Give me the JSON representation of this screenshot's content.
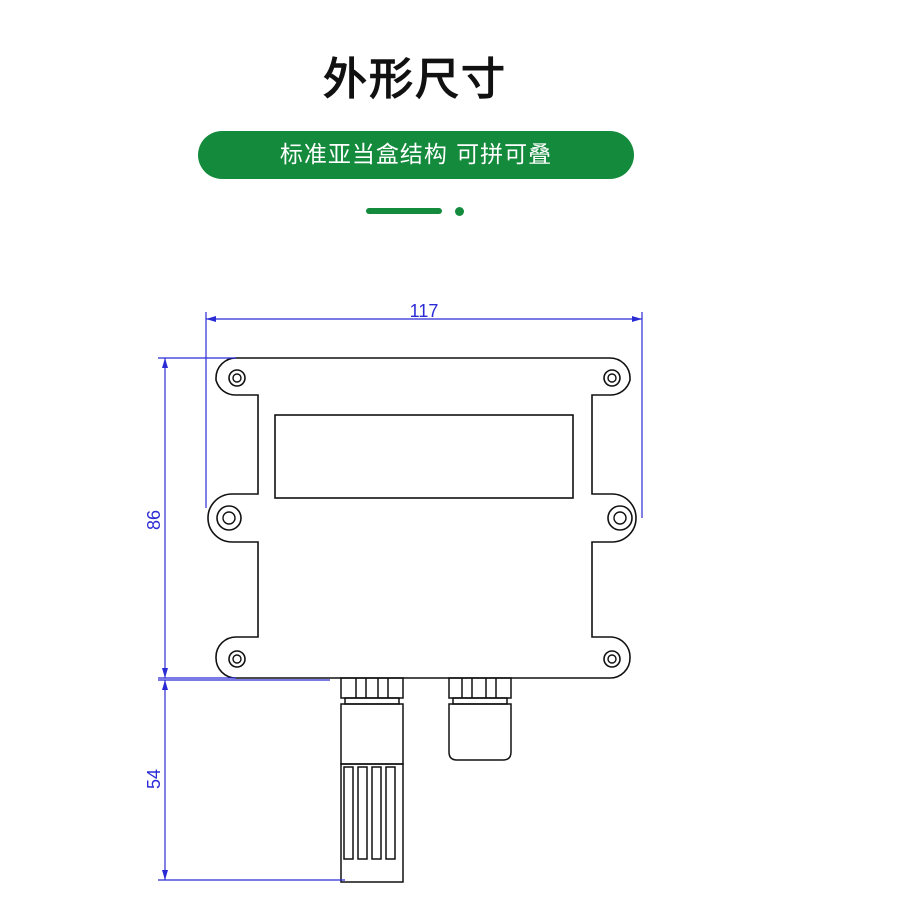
{
  "header": {
    "title": "外形尺寸",
    "subtitle": "标准亚当盒结构  可拼可叠"
  },
  "drawing": {
    "dimensions": {
      "width": "117",
      "body_height": "86",
      "probe_length": "54"
    }
  },
  "colors": {
    "accent": "#138a3c",
    "dimension_lines": "#2b2bd6",
    "outline": "#111111"
  }
}
